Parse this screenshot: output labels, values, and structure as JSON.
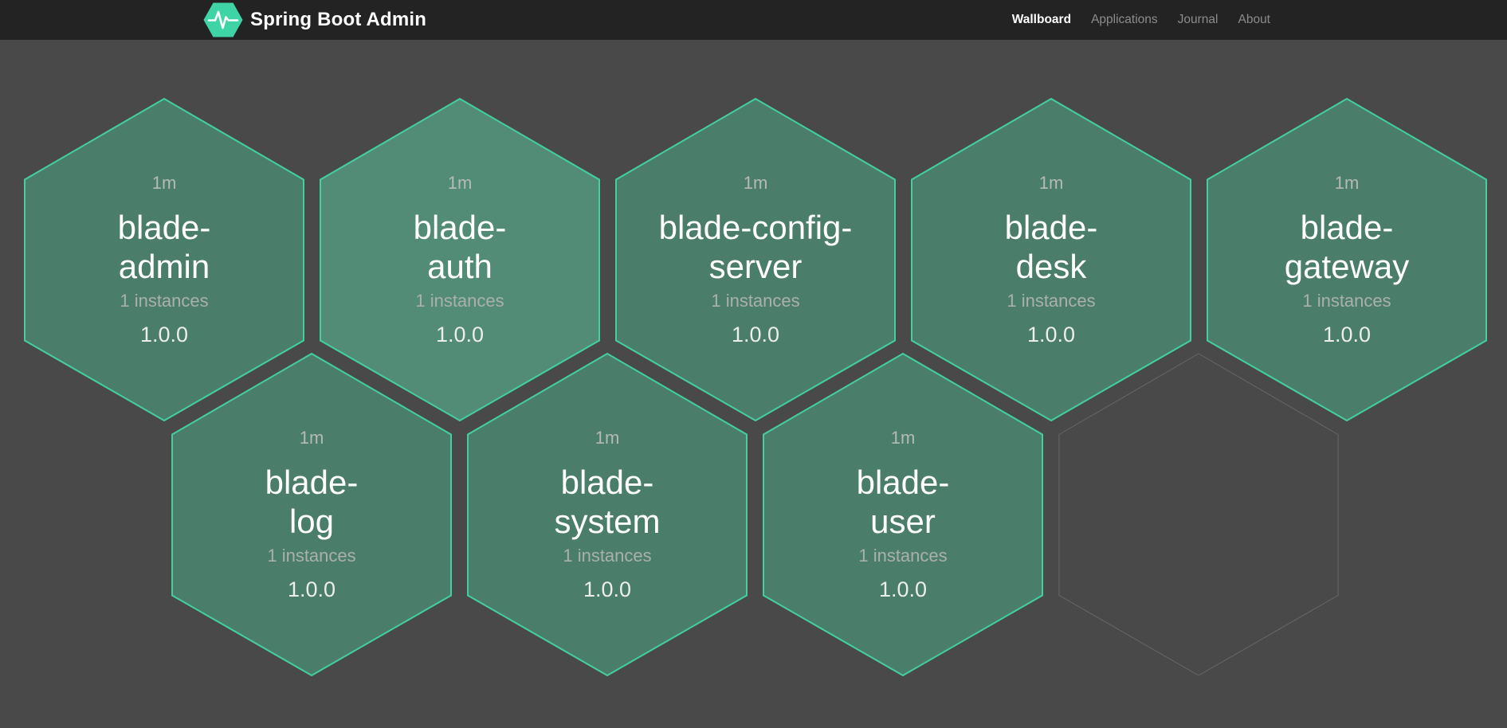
{
  "navbar": {
    "brand": {
      "title": "Spring Boot Admin"
    },
    "items": [
      {
        "label": "Wallboard",
        "active": true
      },
      {
        "label": "Applications",
        "active": false
      },
      {
        "label": "Journal",
        "active": false
      },
      {
        "label": "About",
        "active": false
      }
    ]
  },
  "wallboard": {
    "applications": [
      {
        "name": "blade-admin",
        "name_lines": [
          "blade-",
          "admin"
        ],
        "uptime": "1m",
        "instances_label": "1 instances",
        "version": "1.0.0",
        "status": "up",
        "highlighted": false
      },
      {
        "name": "blade-auth",
        "name_lines": [
          "blade-",
          "auth"
        ],
        "uptime": "1m",
        "instances_label": "1 instances",
        "version": "1.0.0",
        "status": "up",
        "highlighted": true
      },
      {
        "name": "blade-config-server",
        "name_lines": [
          "blade-config-",
          "server"
        ],
        "uptime": "1m",
        "instances_label": "1 instances",
        "version": "1.0.0",
        "status": "up",
        "highlighted": false
      },
      {
        "name": "blade-desk",
        "name_lines": [
          "blade-",
          "desk"
        ],
        "uptime": "1m",
        "instances_label": "1 instances",
        "version": "1.0.0",
        "status": "up",
        "highlighted": false
      },
      {
        "name": "blade-gateway",
        "name_lines": [
          "blade-",
          "gateway"
        ],
        "uptime": "1m",
        "instances_label": "1 instances",
        "version": "1.0.0",
        "status": "up",
        "highlighted": false
      },
      {
        "name": "blade-log",
        "name_lines": [
          "blade-",
          "log"
        ],
        "uptime": "1m",
        "instances_label": "1 instances",
        "version": "1.0.0",
        "status": "up",
        "highlighted": false
      },
      {
        "name": "blade-system",
        "name_lines": [
          "blade-",
          "system"
        ],
        "uptime": "1m",
        "instances_label": "1 instances",
        "version": "1.0.0",
        "status": "up",
        "highlighted": false
      },
      {
        "name": "blade-user",
        "name_lines": [
          "blade-",
          "user"
        ],
        "uptime": "1m",
        "instances_label": "1 instances",
        "version": "1.0.0",
        "status": "up",
        "highlighted": false
      }
    ],
    "empty_slots": 1,
    "colors": {
      "hex_fill": "#4b7d6b",
      "hex_fill_highlight": "#538c76",
      "hex_border": "#43d0a0",
      "empty_border": "#676767",
      "background": "#494949",
      "navbar_background": "#232323",
      "brand_green": "#3fd4a6"
    }
  }
}
